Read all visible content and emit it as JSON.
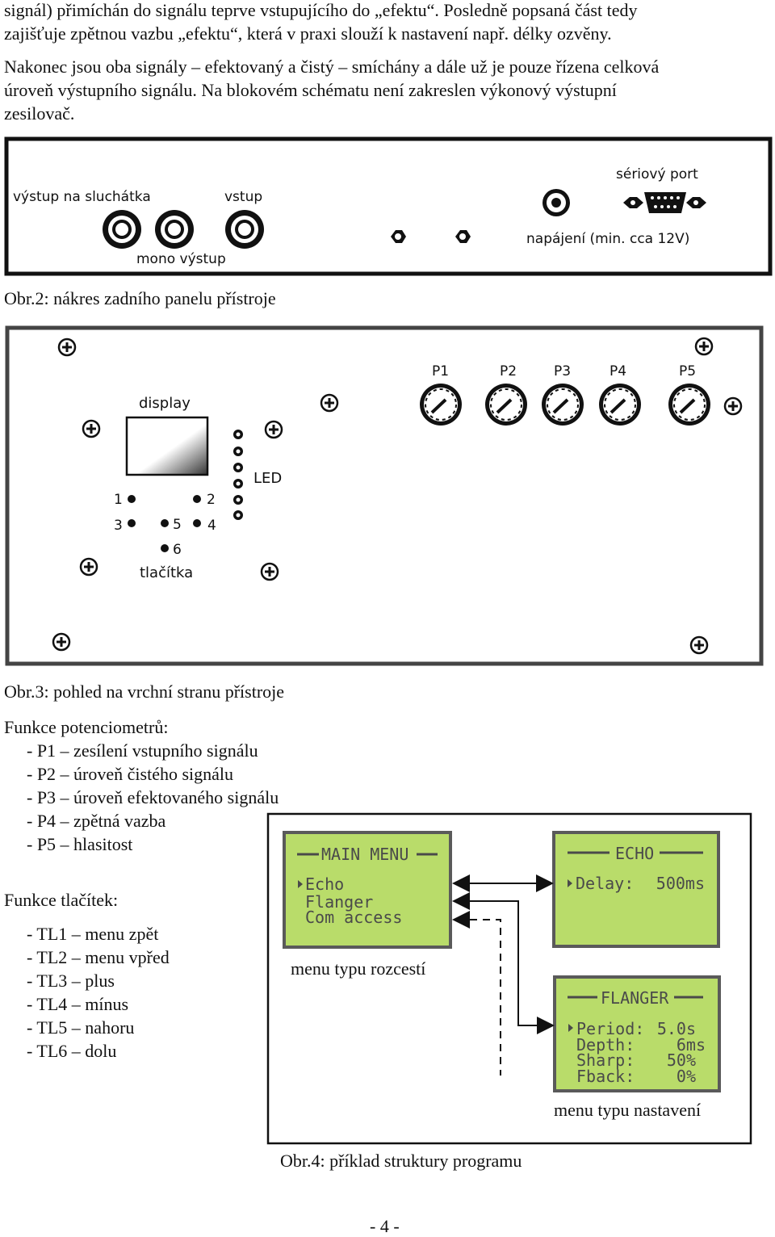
{
  "intro": {
    "line1": "signál) přimíchán do signálu teprve vstupujícího do „efektu“. Posledně popsaná část tedy",
    "line2": "zajišťuje zpětnou vazbu „efektu“, která v praxi slouží k nastavení např. délky ozvěny.",
    "line3": "Nakonec jsou oba signály – efektovaný a čistý – smíchány a dále už je pouze řízena celková",
    "line4": "úroveň výstupního signálu. Na blokovém schématu není zakreslen výkonový výstupní",
    "line5": "zesilovač."
  },
  "rear_panel": {
    "label_headphones": "výstup na sluchátka",
    "label_input": "vstup",
    "label_mono": "mono výstup",
    "label_serial": "sériový port",
    "label_power": "napájení (min. cca 12V)",
    "caption": "Obr.2: nákres zadního panelu přístroje"
  },
  "top_panel": {
    "label_display": "display",
    "label_led": "LED",
    "label_buttons": "tlačítka",
    "pots": [
      "P1",
      "P2",
      "P3",
      "P4",
      "P5"
    ],
    "buttons": [
      "1",
      "2",
      "3",
      "5",
      "4",
      "6"
    ],
    "caption": "Obr.3: pohled na vrchní stranu přístroje"
  },
  "pot_functions": {
    "heading": "Funkce potenciometrů:",
    "items": [
      "-  P1 – zesílení vstupního signálu",
      "-  P2 – úroveň čistého signálu",
      "-  P3 – úroveň efektovaného signálu",
      "-  P4 – zpětná vazba",
      "-  P5 – hlasitost"
    ]
  },
  "button_functions": {
    "heading": "Funkce tlačítek:",
    "items": [
      "-  TL1 – menu zpět",
      "-  TL2 – menu vpřed",
      "-  TL3 – plus",
      "-  TL4 – mínus",
      "-  TL5 – nahoru",
      "-  TL6 – dolu"
    ]
  },
  "program_structure": {
    "main_menu_title": "MAIN MENU",
    "main_menu_items": [
      "Echo",
      "Flanger",
      "Com access"
    ],
    "echo_title": "ECHO",
    "echo_param": "Delay:",
    "echo_value": "500ms",
    "flanger_title": "FLANGER",
    "flanger_params": [
      {
        "name": "Period:",
        "value": "5.0s"
      },
      {
        "name": "Depth:",
        "value": "6ms"
      },
      {
        "name": "Sharp:",
        "value": "50%"
      },
      {
        "name": "Fback:",
        "value": "0%"
      }
    ],
    "label_branch": "menu typu rozcestí",
    "label_settings": "menu typu nastavení",
    "caption": "Obr.4: příklad struktury programu",
    "lcd_color": "#b9dc6a"
  },
  "footer": {
    "page_number": "- 4 -"
  }
}
